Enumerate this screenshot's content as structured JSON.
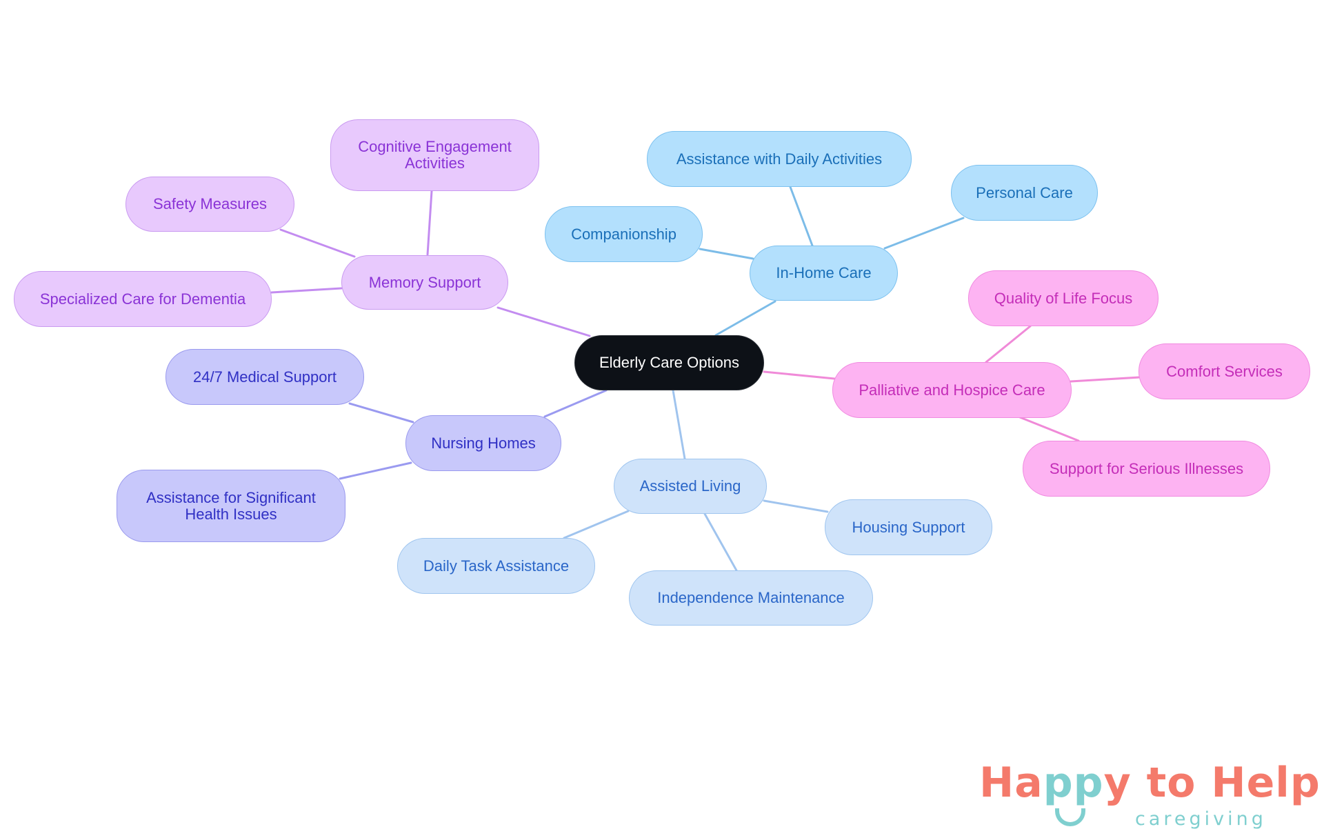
{
  "diagram": {
    "type": "mindmap",
    "root": {
      "label": "Elderly Care Options"
    },
    "branches": [
      {
        "label": "Memory Support",
        "color": "#e8c9fd",
        "text_color": "#8a33d6",
        "children": [
          "Cognitive Engagement Activities",
          "Safety Measures",
          "Specialized Care for Dementia"
        ]
      },
      {
        "label": "Nursing Homes",
        "color": "#c8c8fb",
        "text_color": "#3030c4",
        "children": [
          "24/7 Medical Support",
          "Assistance for Significant Health Issues"
        ]
      },
      {
        "label": "Assisted Living",
        "color": "#cfe3fa",
        "text_color": "#2a66c8",
        "children": [
          "Housing Support",
          "Daily Task Assistance",
          "Independence Maintenance"
        ]
      },
      {
        "label": "In-Home Care",
        "color": "#b3e0fd",
        "text_color": "#1a6fb8",
        "children": [
          "Companionship",
          "Assistance with Daily Activities",
          "Personal Care"
        ]
      },
      {
        "label": "Palliative and Hospice Care",
        "color": "#fdb3f2",
        "text_color": "#c42db8",
        "children": [
          "Quality of Life Focus",
          "Comfort Services",
          "Support for Serious Illnesses"
        ]
      }
    ]
  },
  "nodes": {
    "root": "Elderly Care Options",
    "memory": "Memory Support",
    "cognitive_1": "Cognitive Engagement",
    "cognitive_2": "Activities",
    "safety": "Safety Measures",
    "dementia": "Specialized Care for Dementia",
    "nursing": "Nursing Homes",
    "medical": "24/7 Medical Support",
    "significant_1": "Assistance for Significant",
    "significant_2": "Health Issues",
    "assisted": "Assisted Living",
    "housing": "Housing Support",
    "daily_task": "Daily Task Assistance",
    "independence": "Independence Maintenance",
    "inhome": "In-Home Care",
    "companionship": "Companionship",
    "daily_activities": "Assistance with Daily Activities",
    "personal": "Personal Care",
    "palliative": "Palliative and Hospice Care",
    "quality": "Quality of Life Focus",
    "comfort": "Comfort Services",
    "serious": "Support for Serious Illnesses"
  },
  "logo": {
    "part1": "Ha",
    "part2": "pp",
    "part3": "y to Help",
    "tagline": "caregiving",
    "colors": {
      "coral": "#f47a6b",
      "teal": "#7fcfcf"
    }
  },
  "edge_colors": {
    "memory": "#c38cf0",
    "nursing": "#9a9af0",
    "assisted": "#a0c4ee",
    "inhome": "#7cbce8",
    "palliative": "#f08ad8"
  }
}
